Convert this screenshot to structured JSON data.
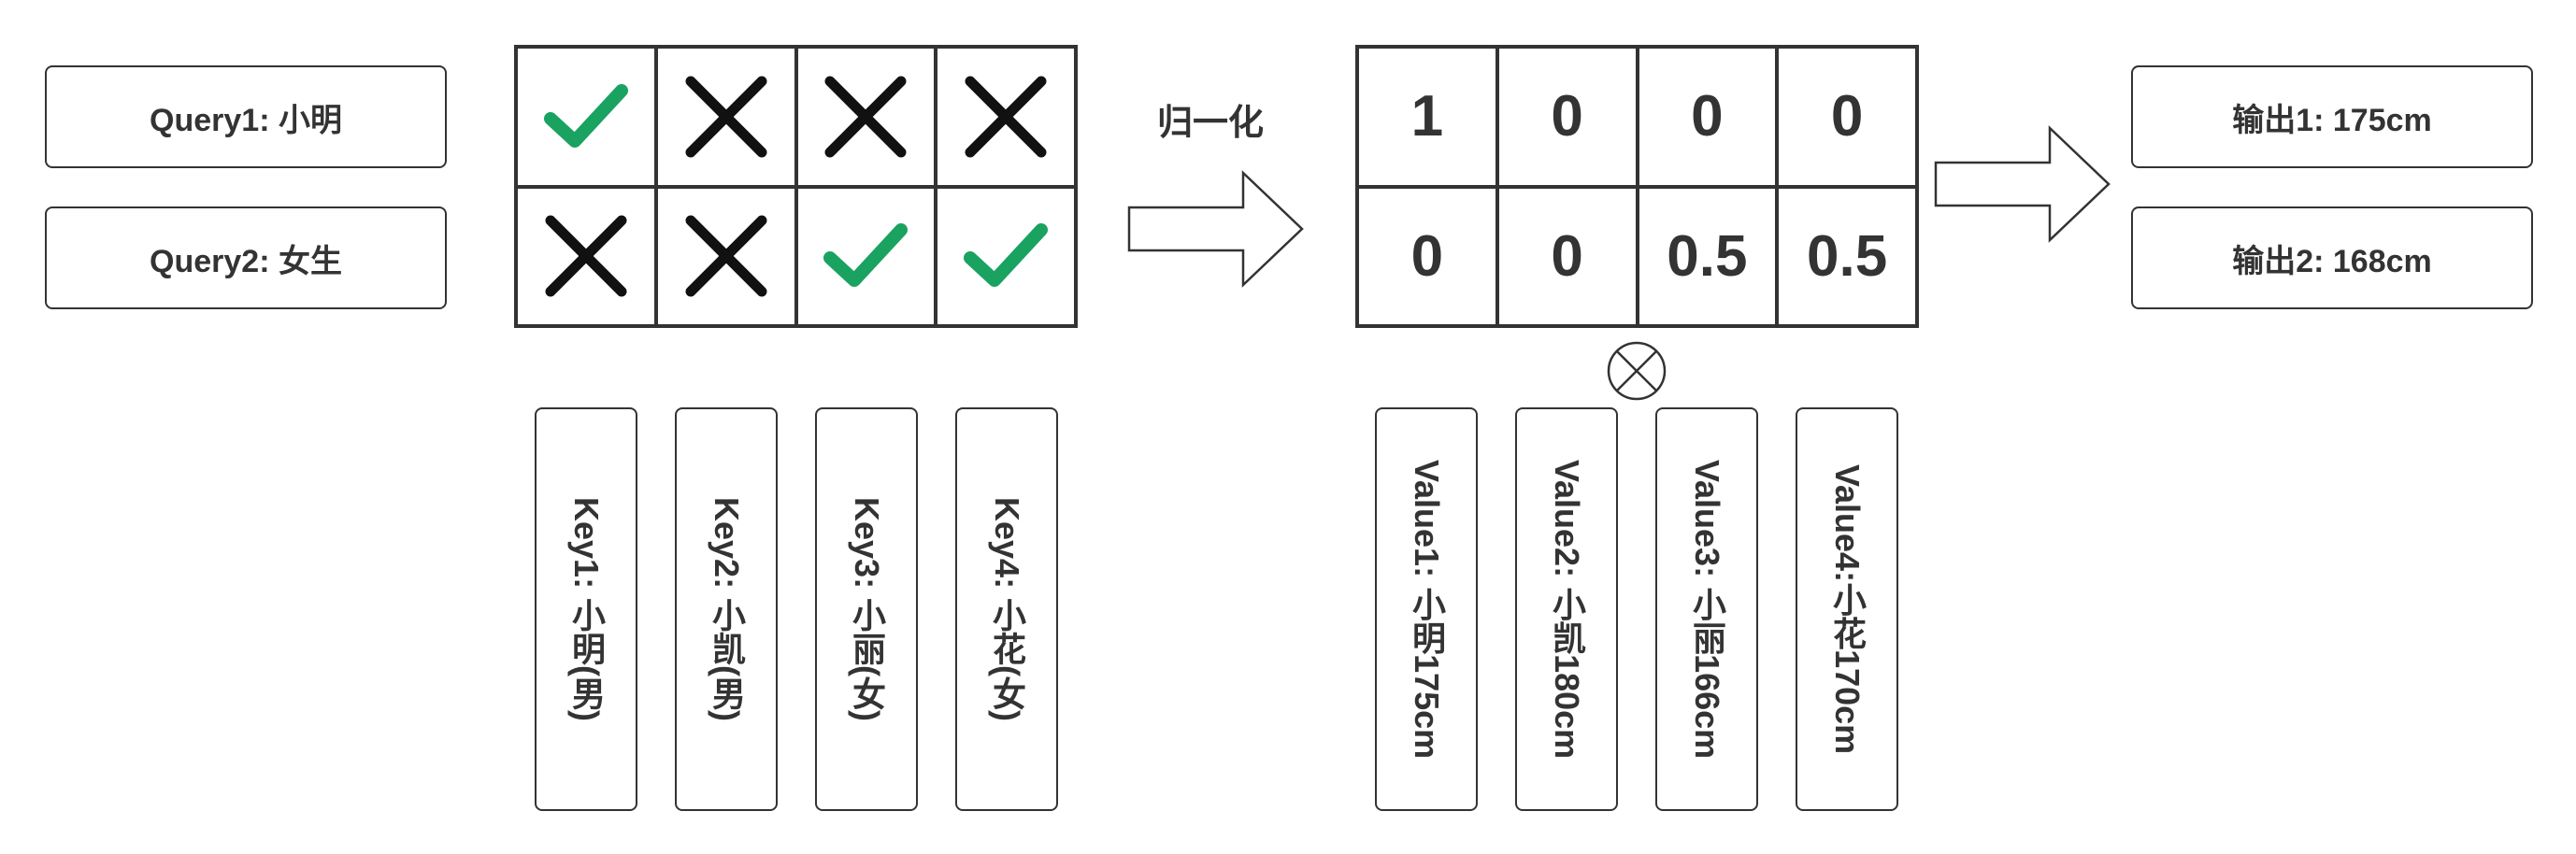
{
  "queries": [
    "Query1: 小明",
    "Query2: 女生"
  ],
  "match_matrix": [
    [
      "check",
      "cross",
      "cross",
      "cross"
    ],
    [
      "cross",
      "cross",
      "check",
      "check"
    ]
  ],
  "keys": [
    "Key1: 小明(男)",
    "Key2: 小凯(男)",
    "Key3: 小丽(女)",
    "Key4: 小花(女)"
  ],
  "normalize_label": "归一化",
  "weights": [
    [
      "1",
      "0",
      "0",
      "0"
    ],
    [
      "0",
      "0",
      "0.5",
      "0.5"
    ]
  ],
  "values": [
    "Value1: 小明175cm",
    "Value2: 小凯180cm",
    "Value3: 小丽166cm",
    "Value4:小花170cm"
  ],
  "outputs": [
    "输出1: 175cm",
    "输出2: 168cm"
  ],
  "colors": {
    "check": "#1aa260",
    "cross": "#111111",
    "stroke": "#333333"
  },
  "icons": {
    "check": "check-icon",
    "cross": "cross-icon",
    "operator": "circle-times-icon"
  }
}
